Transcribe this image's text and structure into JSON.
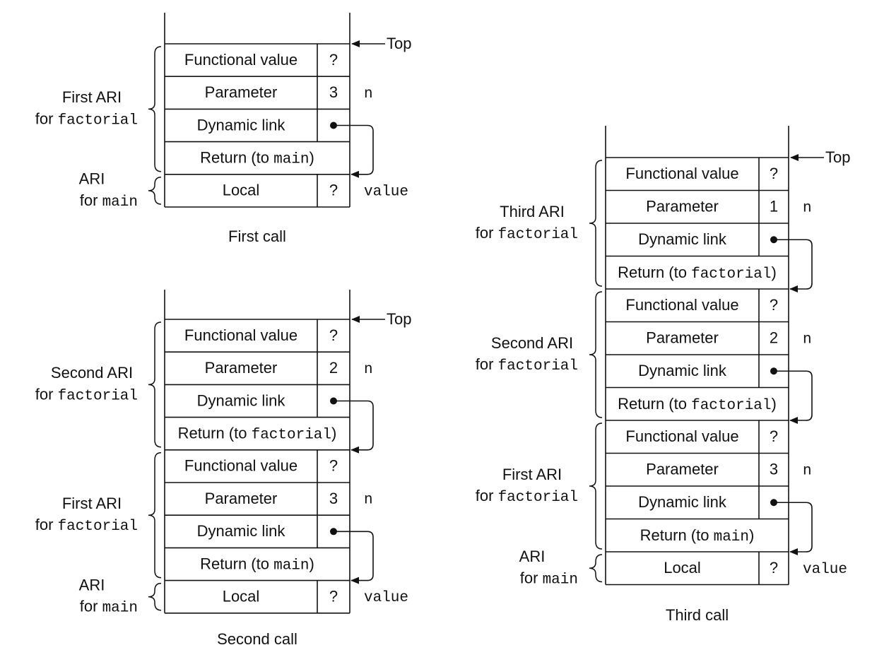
{
  "top_label": "Top",
  "diagrams": [
    {
      "caption": "First call",
      "cells": [
        {
          "kind": "split",
          "label": "Functional value",
          "value": "?"
        },
        {
          "kind": "split",
          "label": "Parameter",
          "value": "3",
          "right": "n"
        },
        {
          "kind": "split",
          "label": "Dynamic link",
          "value": "",
          "pointer": true
        },
        {
          "kind": "full",
          "label": "Return (to ",
          "code": "main",
          "suffix": ")"
        },
        {
          "kind": "split",
          "label": "Local",
          "value": "?",
          "right": "value"
        }
      ],
      "groups": [
        {
          "line1": "First ARI",
          "line2_prefix": "for ",
          "line2_code": "factorial"
        },
        {
          "line1": "ARI",
          "line2_prefix": "for ",
          "line2_code": "main"
        }
      ]
    },
    {
      "caption": "Second call",
      "cells": [
        {
          "kind": "split",
          "label": "Functional value",
          "value": "?"
        },
        {
          "kind": "split",
          "label": "Parameter",
          "value": "2",
          "right": "n"
        },
        {
          "kind": "split",
          "label": "Dynamic link",
          "value": "",
          "pointer": true
        },
        {
          "kind": "full",
          "label": "Return (to ",
          "code": "factorial",
          "suffix": ")"
        },
        {
          "kind": "split",
          "label": "Functional value",
          "value": "?"
        },
        {
          "kind": "split",
          "label": "Parameter",
          "value": "3",
          "right": "n"
        },
        {
          "kind": "split",
          "label": "Dynamic link",
          "value": "",
          "pointer": true
        },
        {
          "kind": "full",
          "label": "Return (to ",
          "code": "main",
          "suffix": ")"
        },
        {
          "kind": "split",
          "label": "Local",
          "value": "?",
          "right": "value"
        }
      ],
      "groups": [
        {
          "line1": "Second ARI",
          "line2_prefix": "for ",
          "line2_code": "factorial"
        },
        {
          "line1": "First ARI",
          "line2_prefix": "for ",
          "line2_code": "factorial"
        },
        {
          "line1": "ARI",
          "line2_prefix": "for ",
          "line2_code": "main"
        }
      ]
    },
    {
      "caption": "Third call",
      "cells": [
        {
          "kind": "split",
          "label": "Functional value",
          "value": "?"
        },
        {
          "kind": "split",
          "label": "Parameter",
          "value": "1",
          "right": "n"
        },
        {
          "kind": "split",
          "label": "Dynamic link",
          "value": "",
          "pointer": true
        },
        {
          "kind": "full",
          "label": "Return (to ",
          "code": "factorial",
          "suffix": ")"
        },
        {
          "kind": "split",
          "label": "Functional value",
          "value": "?"
        },
        {
          "kind": "split",
          "label": "Parameter",
          "value": "2",
          "right": "n"
        },
        {
          "kind": "split",
          "label": "Dynamic link",
          "value": "",
          "pointer": true
        },
        {
          "kind": "full",
          "label": "Return (to ",
          "code": "factorial",
          "suffix": ")"
        },
        {
          "kind": "split",
          "label": "Functional value",
          "value": "?"
        },
        {
          "kind": "split",
          "label": "Parameter",
          "value": "3",
          "right": "n"
        },
        {
          "kind": "split",
          "label": "Dynamic link",
          "value": "",
          "pointer": true
        },
        {
          "kind": "full",
          "label": "Return (to ",
          "code": "main",
          "suffix": ")"
        },
        {
          "kind": "split",
          "label": "Local",
          "value": "?",
          "right": "value"
        }
      ],
      "groups": [
        {
          "line1": "Third ARI",
          "line2_prefix": "for ",
          "line2_code": "factorial"
        },
        {
          "line1": "Second ARI",
          "line2_prefix": "for ",
          "line2_code": "factorial"
        },
        {
          "line1": "First ARI",
          "line2_prefix": "for ",
          "line2_code": "factorial"
        },
        {
          "line1": "ARI",
          "line2_prefix": "for ",
          "line2_code": "main"
        }
      ]
    }
  ]
}
